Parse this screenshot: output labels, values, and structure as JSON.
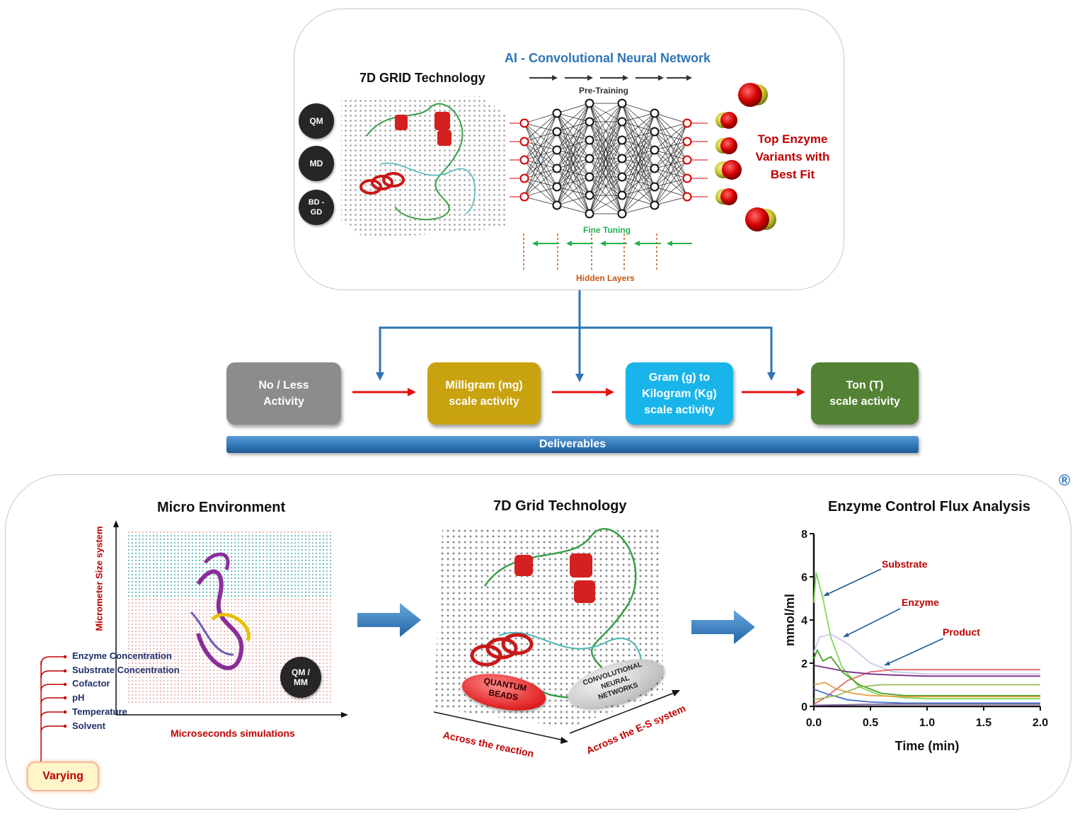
{
  "top": {
    "grid_title": "7D GRID Technology",
    "cnn_title": "AI - Convolutional Neural Network",
    "pre_training": "Pre-Training",
    "fine_tuning": "Fine Tuning",
    "hidden_layers": "Hidden Layers",
    "method_badges": [
      "QM",
      "MD",
      "BD -\nGD"
    ],
    "result_label": "Top Enzyme\nVariants with\nBest Fit"
  },
  "pipeline": {
    "stages": [
      {
        "label": "No / Less\nActivity",
        "color": "#8c8c8c"
      },
      {
        "label": "Milligram (mg)\nscale activity",
        "color": "#c9a20f"
      },
      {
        "label": "Gram (g) to\nKilogram (Kg)\nscale activity",
        "color": "#19b5ea"
      },
      {
        "label": "Ton (T)\nscale activity",
        "color": "#548235"
      }
    ],
    "deliverables": "Deliverables"
  },
  "bottom": {
    "registered_mark": "®",
    "micro_title": "Micro Environment",
    "micro_yaxis": "Micrometer Size system",
    "micro_xaxis": "Microseconds simulations",
    "qmmm_badge": "QM /\nMM",
    "factors": [
      "Enzyme  Concentration",
      "Substrate Concentration",
      "Cofactor",
      "pH",
      "Temperature",
      "Solvent"
    ],
    "varying": "Varying",
    "grid_title": "7D Grid Technology",
    "quantum_beads": "QUANTUM\nBEADS",
    "cnn_ellipse": "CONVOLUTIONAL\nNEURAL\nNETWORKS",
    "across_reaction": "Across the reaction",
    "across_es": "Across the E-S system",
    "flux_title": "Enzyme Control  Flux Analysis"
  },
  "chart_data": {
    "type": "line",
    "title": "Enzyme Control  Flux Analysis",
    "xlabel": "Time (min)",
    "ylabel": "mmol/ml",
    "xlim": [
      0,
      2.0
    ],
    "ylim": [
      0,
      8
    ],
    "xticks": [
      "0.0",
      "0.5",
      "1.0",
      "1.5",
      "2.0"
    ],
    "yticks": [
      "0",
      "2",
      "4",
      "6",
      "8"
    ],
    "annotations": [
      "Substrate",
      "Enzyme",
      "Product"
    ],
    "series": [
      {
        "color": "#7ed957",
        "x": [
          0,
          0.02,
          0.08,
          0.15,
          0.25,
          0.4,
          0.6,
          0.8,
          1.0,
          1.5,
          2.0
        ],
        "y": [
          4.8,
          6.2,
          5.0,
          3.2,
          1.8,
          0.9,
          0.5,
          0.4,
          0.35,
          0.35,
          0.35
        ]
      },
      {
        "color": "#c9c9e6",
        "x": [
          0,
          0.05,
          0.15,
          0.3,
          0.5,
          0.7,
          1.0,
          1.5,
          2.0
        ],
        "y": [
          2.5,
          3.2,
          3.35,
          2.9,
          2.0,
          1.6,
          1.5,
          1.5,
          1.5
        ]
      },
      {
        "color": "#e06666",
        "x": [
          0,
          0.1,
          0.3,
          0.5,
          0.7,
          1.0,
          1.5,
          2.0
        ],
        "y": [
          0.1,
          0.4,
          1.2,
          1.6,
          1.7,
          1.7,
          1.7,
          1.7
        ]
      },
      {
        "color": "#7a2e8e",
        "x": [
          0,
          0.1,
          0.3,
          0.5,
          0.7,
          1.0,
          1.5,
          2.0
        ],
        "y": [
          1.9,
          1.8,
          1.6,
          1.5,
          1.45,
          1.4,
          1.4,
          1.4
        ]
      },
      {
        "color": "#4aa02c",
        "x": [
          0,
          0.03,
          0.08,
          0.15,
          0.25,
          0.4,
          0.6,
          0.8,
          1.0,
          1.5,
          2.0
        ],
        "y": [
          2.2,
          2.6,
          2.1,
          2.3,
          1.6,
          1.0,
          0.6,
          0.5,
          0.5,
          0.5,
          0.5
        ]
      },
      {
        "color": "#e6a24a",
        "x": [
          0,
          0.1,
          0.2,
          0.35,
          0.5,
          0.8,
          1.0,
          1.5,
          2.0
        ],
        "y": [
          1.0,
          1.1,
          0.8,
          0.6,
          0.5,
          0.45,
          0.45,
          0.45,
          0.45
        ]
      },
      {
        "color": "#4472c4",
        "x": [
          0,
          0.1,
          0.3,
          0.5,
          0.8,
          1.0,
          2.0
        ],
        "y": [
          0.8,
          0.6,
          0.3,
          0.2,
          0.15,
          0.15,
          0.15
        ]
      },
      {
        "color": "#9bbb59",
        "x": [
          0,
          0.2,
          0.4,
          0.6,
          1.0,
          2.0
        ],
        "y": [
          0.3,
          0.5,
          0.9,
          1.0,
          1.0,
          1.0
        ]
      },
      {
        "color": "#8064a2",
        "x": [
          0,
          0.3,
          0.6,
          1.0,
          2.0
        ],
        "y": [
          0.05,
          0.08,
          0.1,
          0.1,
          0.1
        ]
      }
    ]
  }
}
